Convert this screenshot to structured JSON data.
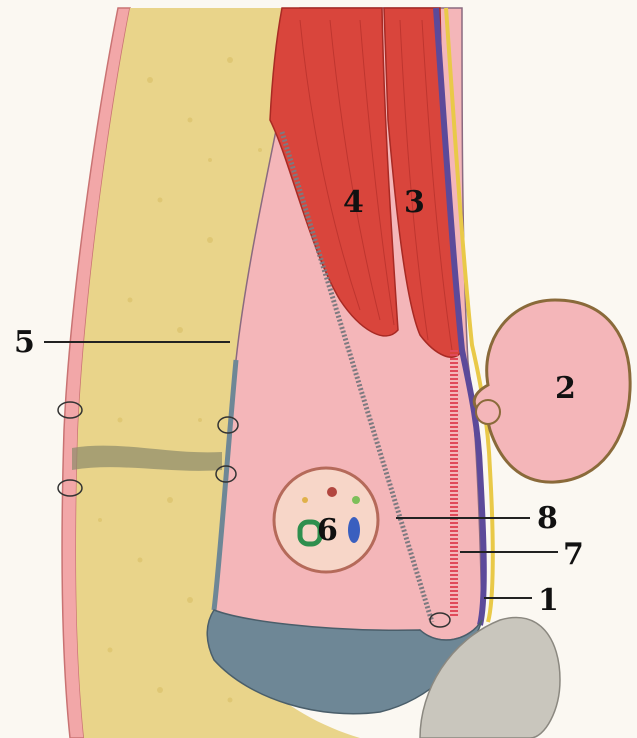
{
  "labels": {
    "l1": "1",
    "l2": "2",
    "l3": "3",
    "l4": "4",
    "l5": "5",
    "l6": "6",
    "l7": "7",
    "l8": "8"
  },
  "colors": {
    "background": "#fbf8f2",
    "skin_pink": "#f2a7a8",
    "fat_yellow": "#e9d48a",
    "cavity_pink": "#f4b6b9",
    "muscle_red": "#d9453c",
    "fascia_purple": "#5c4a9a",
    "membrane_gray": "#6e8796",
    "bone_gray": "#c9c6bd",
    "suture_red": "#e04a5a",
    "mesh_gray": "#7d7a80"
  }
}
